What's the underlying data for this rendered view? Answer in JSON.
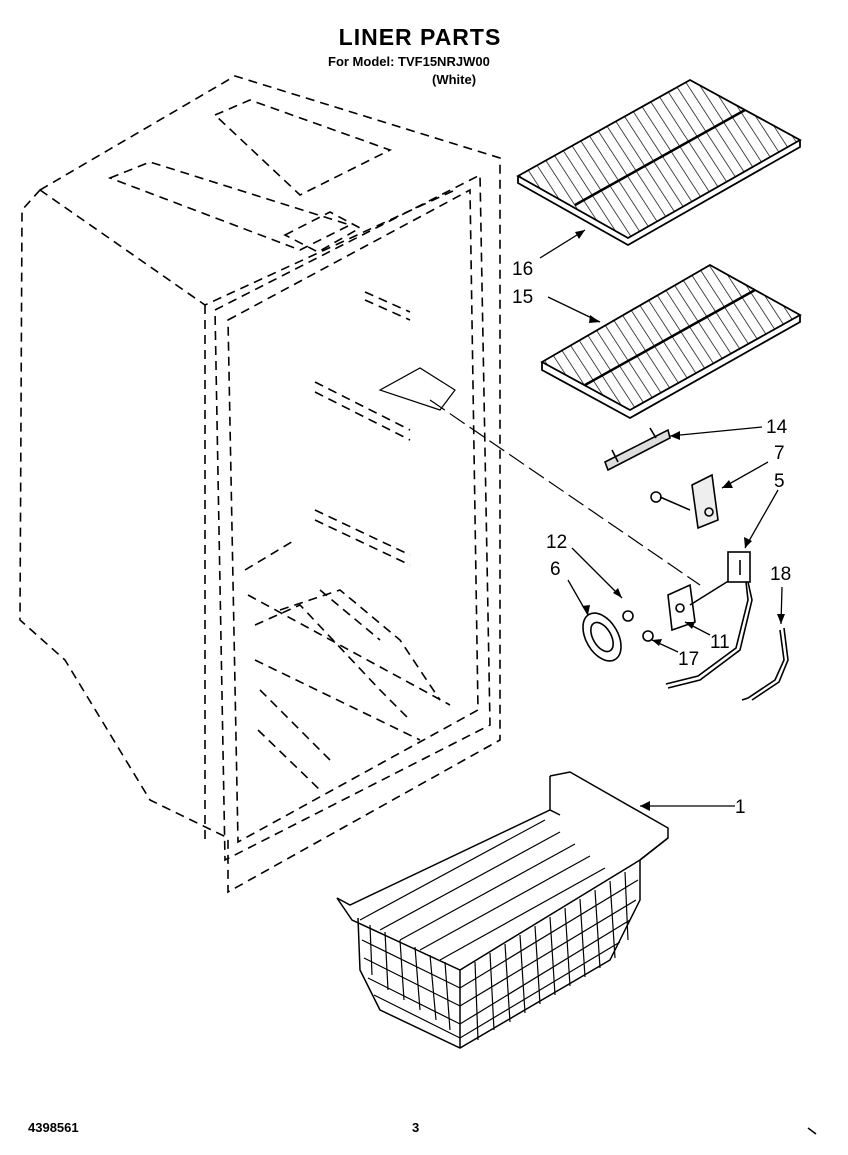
{
  "header": {
    "title": "LINER PARTS",
    "model_line": "For Model: TVF15NRJW00",
    "color_line": "(White)"
  },
  "footer": {
    "doc_number": "4398561",
    "page_number": "3"
  },
  "callouts": [
    {
      "id": "16",
      "label": "16"
    },
    {
      "id": "15",
      "label": "15"
    },
    {
      "id": "14",
      "label": "14"
    },
    {
      "id": "7",
      "label": "7"
    },
    {
      "id": "5",
      "label": "5"
    },
    {
      "id": "12",
      "label": "12"
    },
    {
      "id": "6",
      "label": "6"
    },
    {
      "id": "18",
      "label": "18"
    },
    {
      "id": "11",
      "label": "11"
    },
    {
      "id": "17",
      "label": "17"
    },
    {
      "id": "1",
      "label": "1"
    }
  ]
}
